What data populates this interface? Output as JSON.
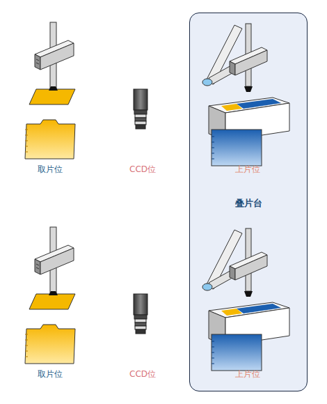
{
  "diagram": {
    "nodes": [
      {
        "text": [
          "叠片台"
        ]
      }
    ],
    "labels": [
      "取片位",
      "CCD位",
      "上片位",
      "取片位",
      "CCD位",
      "上片位"
    ]
  }
}
